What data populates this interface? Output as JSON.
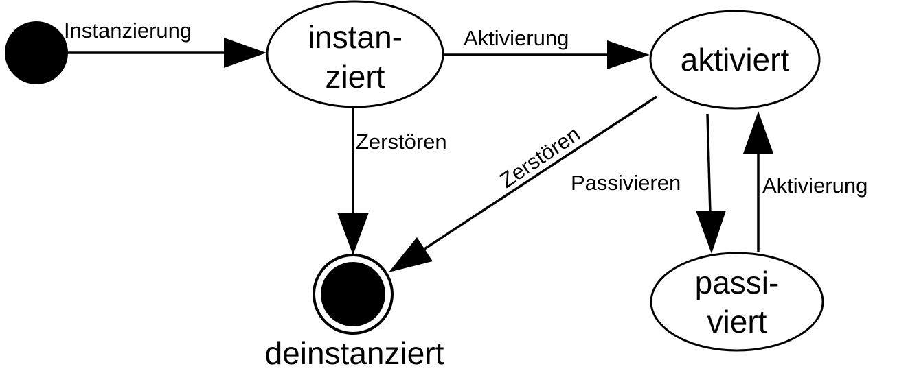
{
  "diagram": {
    "states": {
      "instanziert": {
        "line1": "instan-",
        "line2": "ziert"
      },
      "aktiviert": {
        "label": "aktiviert"
      },
      "passiviert": {
        "line1": "passi-",
        "line2": "viert"
      },
      "deinstanziert": {
        "label": "deinstanziert"
      }
    },
    "transitions": {
      "instanzierung": "Instanzierung",
      "aktivierung_top": "Aktivierung",
      "zerstoeren_vertical": "Zerstören",
      "zerstoeren_diagonal": "Zerstören",
      "passivieren": "Passivieren",
      "aktivierung_back": "Aktivierung"
    }
  }
}
